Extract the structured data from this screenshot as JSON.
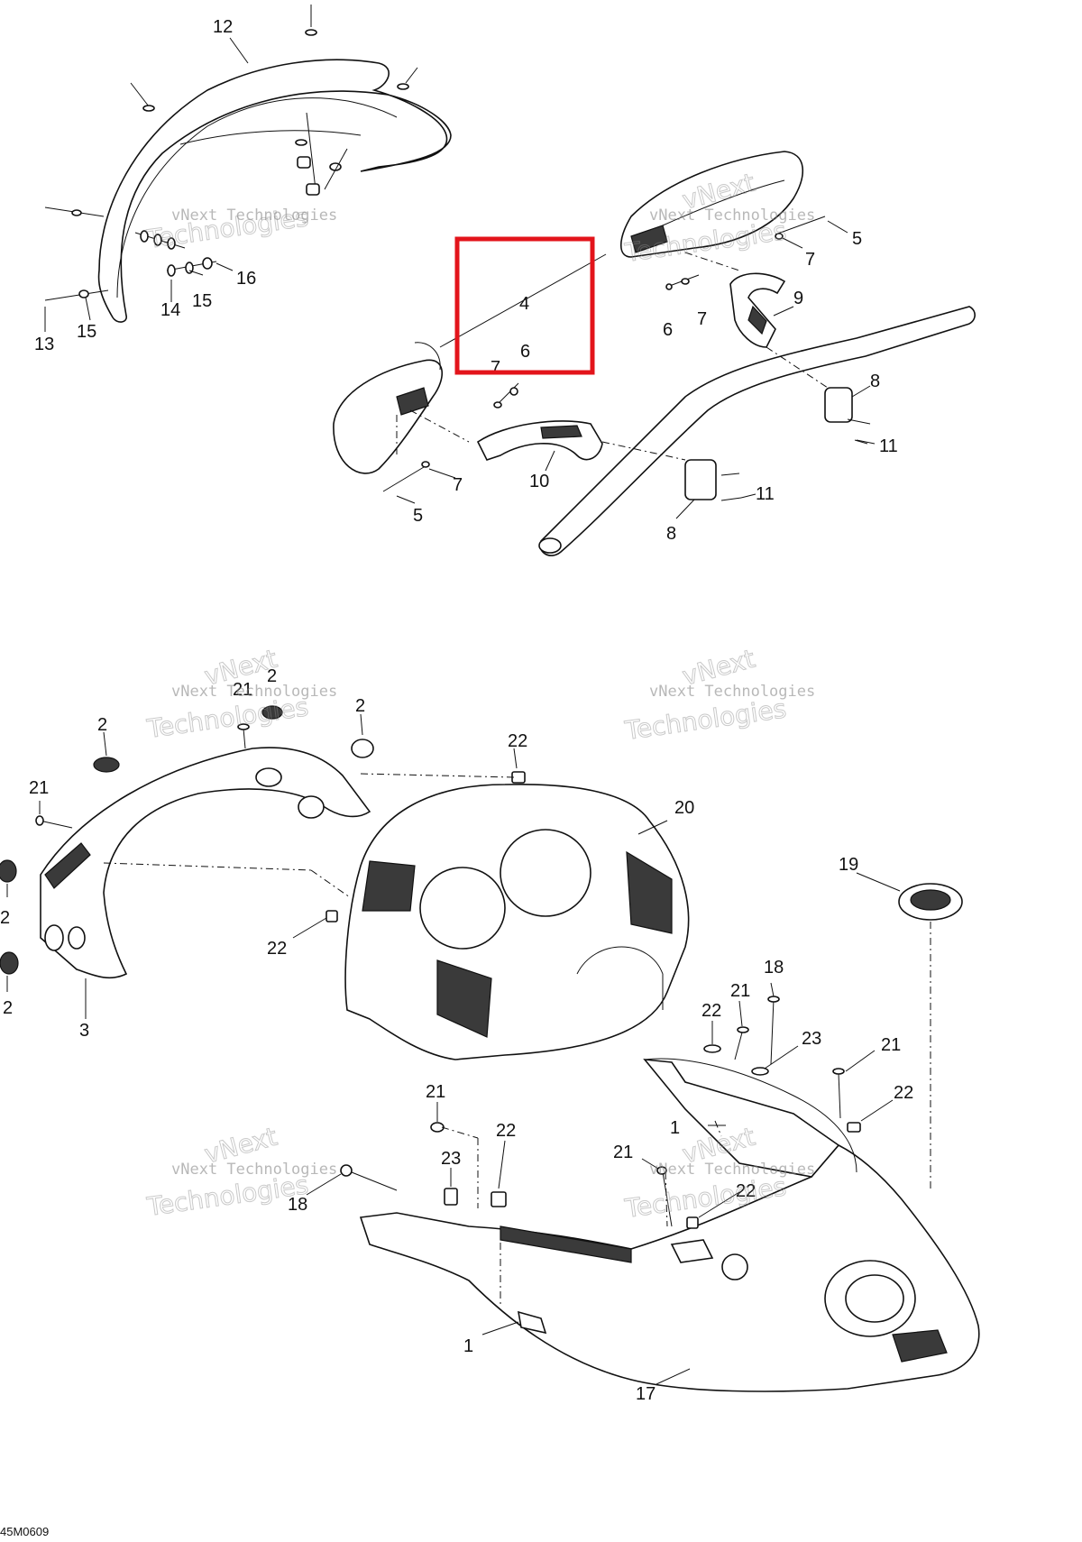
{
  "diagram": {
    "code": "45M0609",
    "watermark_line1": "vNext Technologies",
    "watermark_line2": "Technologies",
    "watermark_line3": "vNext",
    "highlight_color": "#e3141b",
    "labels": [
      "1",
      "2",
      "3",
      "4",
      "5",
      "6",
      "7",
      "8",
      "9",
      "10",
      "11",
      "12",
      "13",
      "14",
      "15",
      "16",
      "17",
      "18",
      "19",
      "20",
      "21",
      "22",
      "23"
    ]
  }
}
